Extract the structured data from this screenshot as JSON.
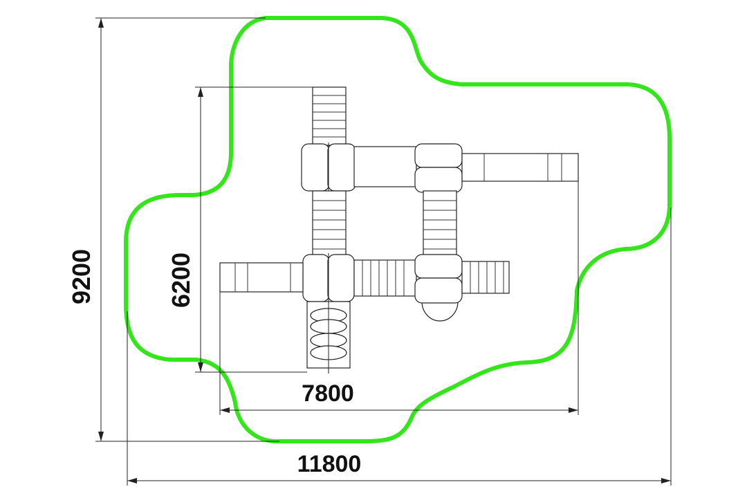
{
  "drawing": {
    "type": "playground plan view",
    "colors": {
      "safety_zone": "#33e61a",
      "lines": "#222222",
      "background": "#ffffff"
    }
  },
  "dimensions": {
    "overall_width": "11800",
    "overall_depth": "9200",
    "equipment_width": "7800",
    "equipment_depth": "6200"
  }
}
